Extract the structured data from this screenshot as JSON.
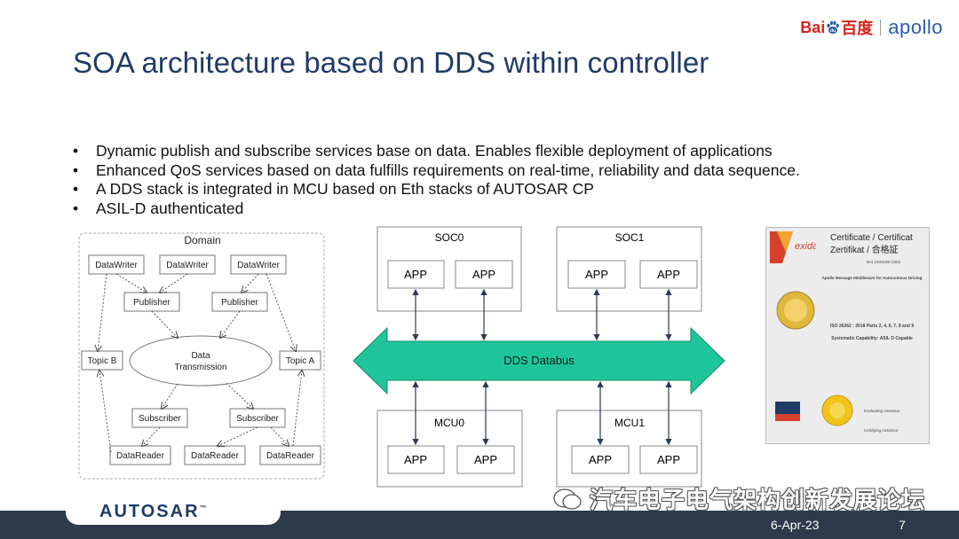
{
  "header": {
    "title": "SOA architecture based on DDS within controller",
    "brand": {
      "baidu_left": "Bai",
      "baidu_right": "百度",
      "apollo": "apollo"
    }
  },
  "bullets": [
    "Dynamic publish and subscribe services base on data. Enables flexible deployment of applications",
    "Enhanced QoS services based on data fulfills requirements on real-time, reliability and data sequence.",
    "A DDS stack is integrated in MCU based on Eth stacks of AUTOSAR CP",
    "ASIL-D authenticated"
  ],
  "domain_diagram": {
    "title": "Domain",
    "data_writers": [
      "DataWriter",
      "DataWriter",
      "DataWriter"
    ],
    "publishers": [
      "Publisher",
      "Publisher"
    ],
    "topic_left": "Topic B",
    "topic_right": "Topic A",
    "transmission": [
      "Data",
      "Transmission"
    ],
    "subscribers": [
      "Subscriber",
      "Subscriber"
    ],
    "data_readers": [
      "DataReader",
      "DataReader",
      "DataReader"
    ]
  },
  "dds_diagram": {
    "soc0": {
      "label": "SOC0",
      "apps": [
        "APP",
        "APP"
      ]
    },
    "soc1": {
      "label": "SOC1",
      "apps": [
        "APP",
        "APP"
      ]
    },
    "mcu0": {
      "label": "MCU0",
      "apps": [
        "APP",
        "APP"
      ]
    },
    "mcu1": {
      "label": "MCU1",
      "apps": [
        "APP",
        "APP"
      ]
    },
    "databus": "DDS Databus",
    "databus_color": "#1fc59a"
  },
  "certificate": {
    "brand": "exida",
    "heading_1": "Certificate / Certificat",
    "heading_2": "Zertifikat  /  合格証",
    "number": "BAI 2103196 C002",
    "product": "Apollo Message Middleware for Autonomous Driving",
    "standard": "ISO 26262 : 2018  Parts 2, 4, 6, 7, 8 and 9",
    "capability": "Systematic Capability: ASIL D Capable",
    "evaluating": "Evaluating Assessor",
    "certifying": "Certifying Assessor"
  },
  "footer": {
    "logo": "AUTOSAR",
    "date": "6-Apr-23",
    "page": "7",
    "watermark": "汽车电子电气架构创新发展论坛"
  }
}
